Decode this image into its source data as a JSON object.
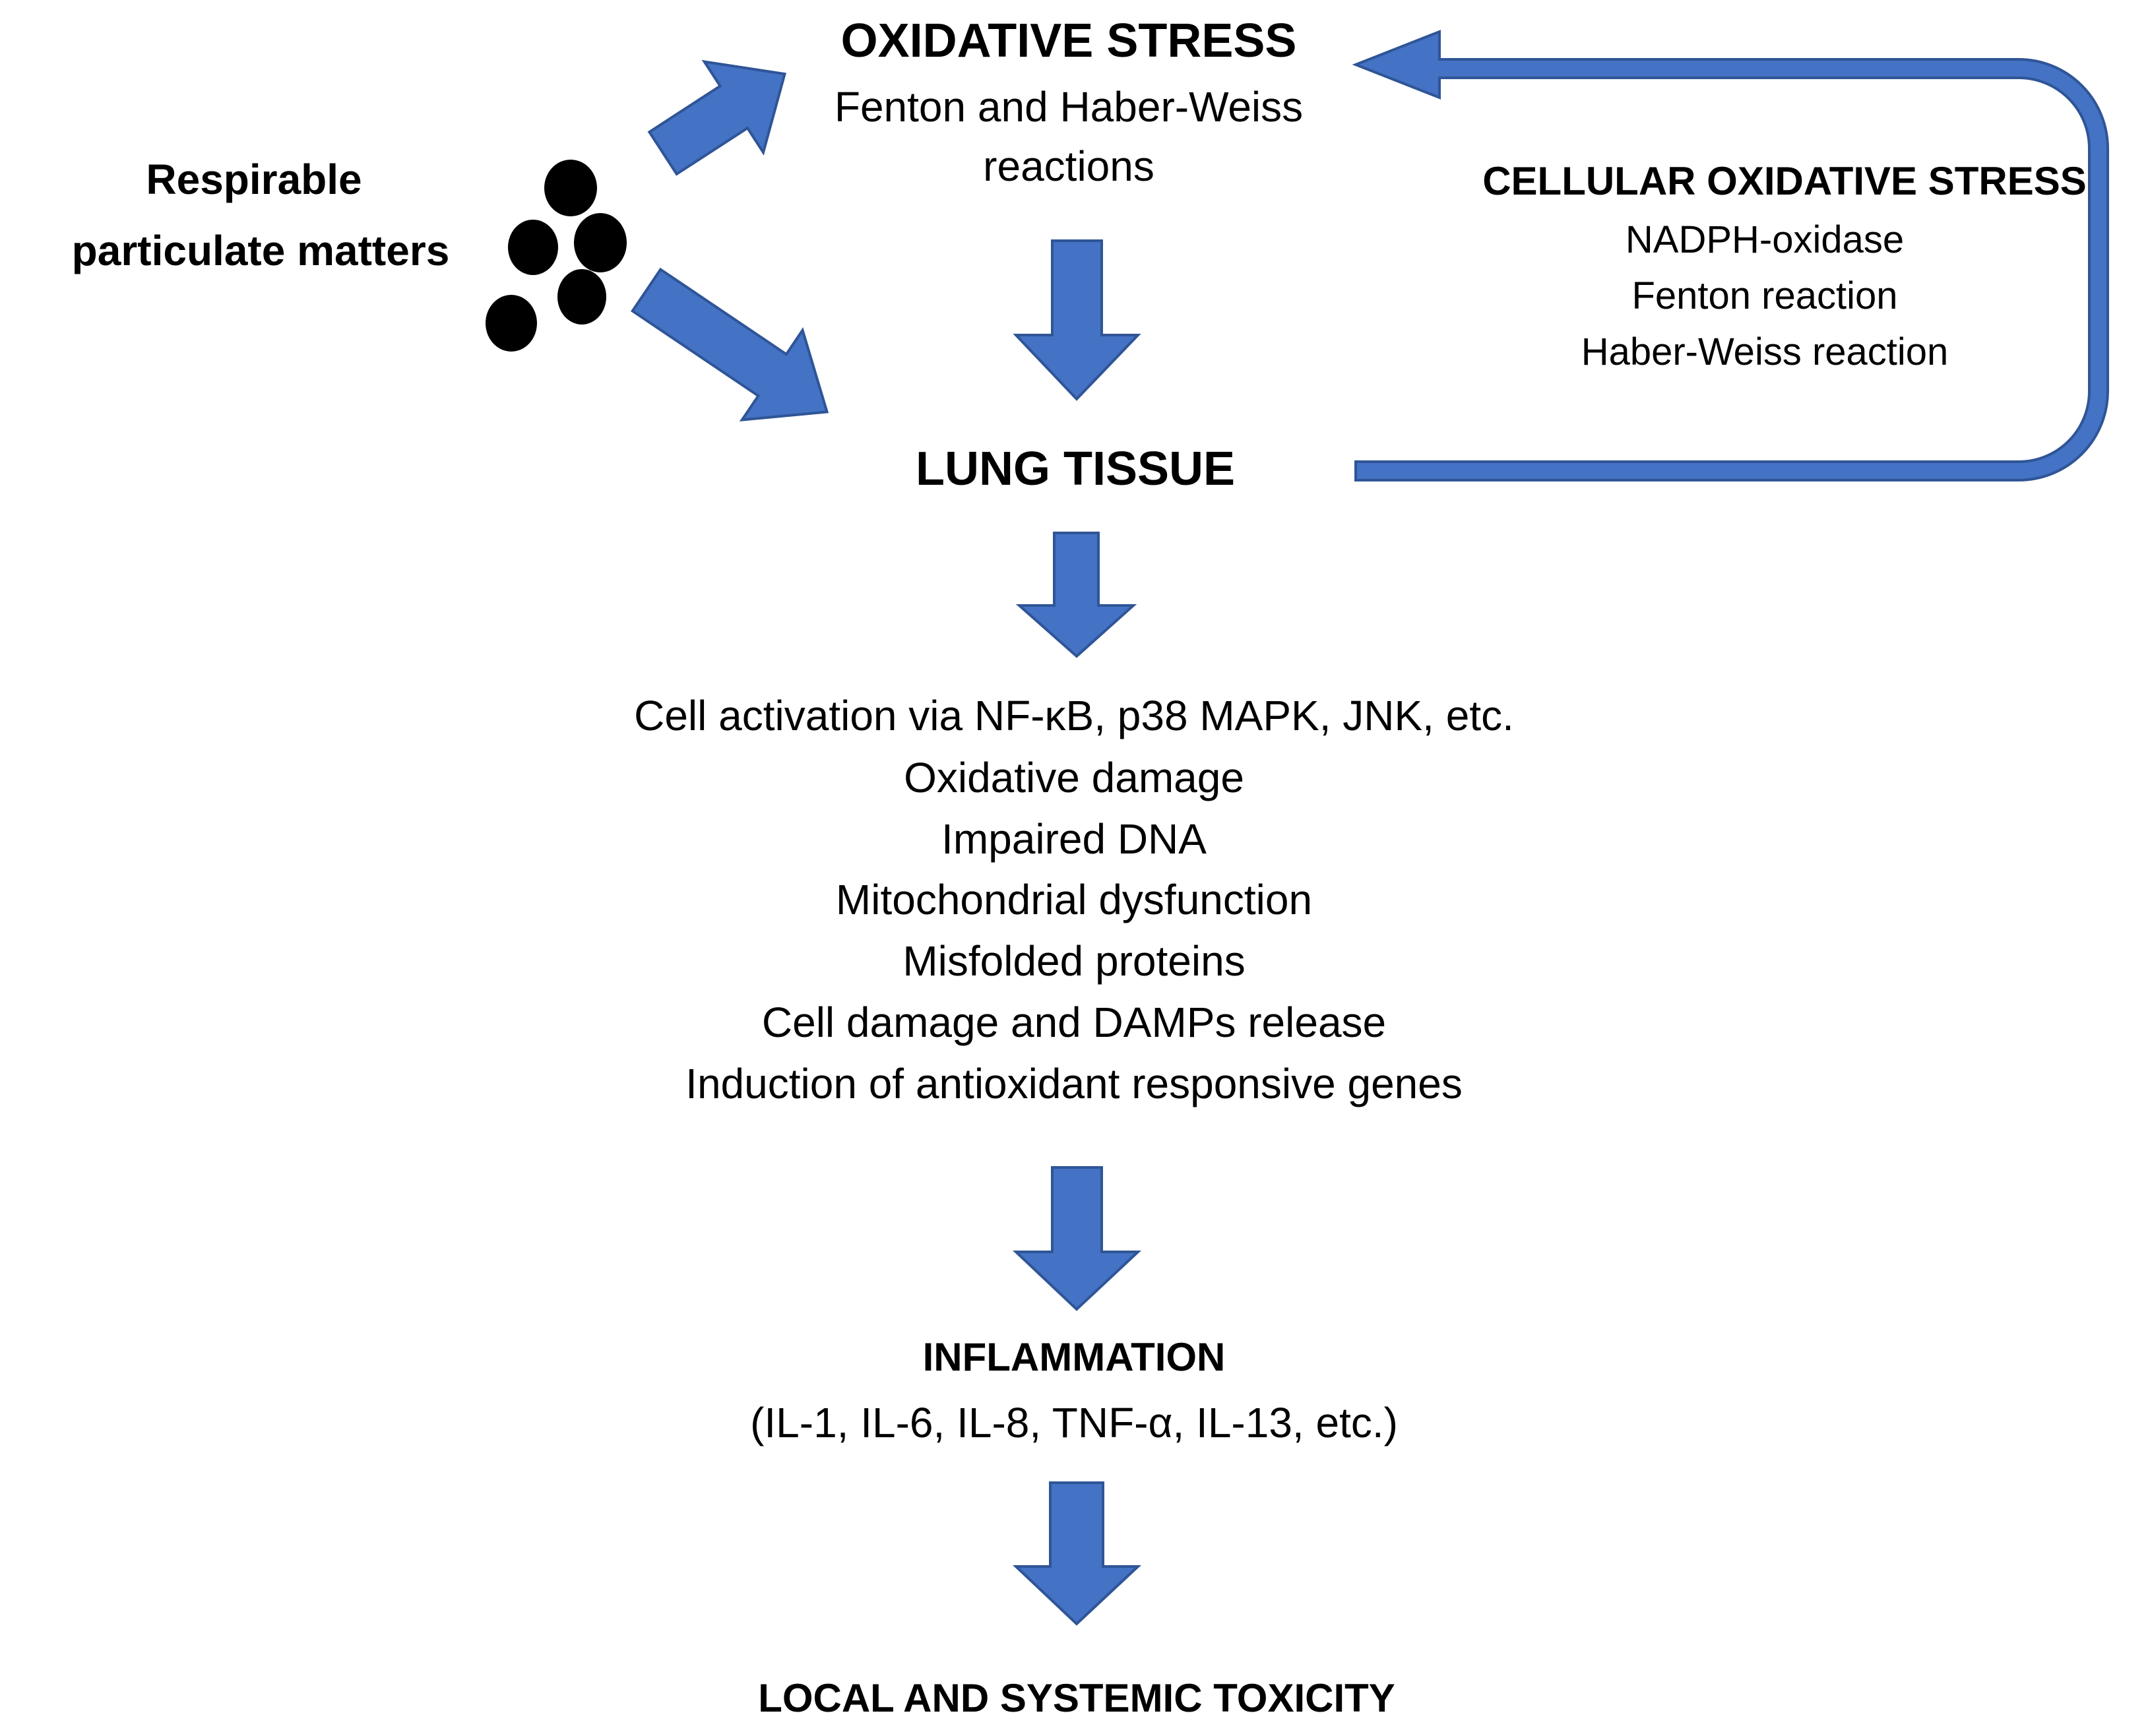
{
  "source": {
    "label_line1": "Respirable",
    "label_line2": "particulate matters",
    "icon": "particles-icon"
  },
  "oxidative_stress": {
    "title": "OXIDATIVE STRESS",
    "line1": "Fenton and Haber-Weiss",
    "line2": "reactions"
  },
  "cellular_oxidative_stress": {
    "title": "CELLULAR OXIDATIVE STRESS",
    "items": [
      "NADPH-oxidase",
      "Fenton reaction",
      "Haber-Weiss reaction"
    ]
  },
  "lung_tissue": {
    "title": "LUNG TISSUE"
  },
  "effects": {
    "items": [
      "Cell activation via NF-κB, p38 MAPK, JNK, etc.",
      "Oxidative damage",
      "Impaired DNA",
      "Mitochondrial dysfunction",
      "Misfolded proteins",
      "Cell damage and DAMPs release",
      "Induction of antioxidant responsive genes"
    ]
  },
  "inflammation": {
    "title": "INFLAMMATION",
    "subtitle": "(IL-1, IL-6, IL-8, TNF-α, IL-13, etc.)"
  },
  "outcome": {
    "title": "LOCAL AND SYSTEMIC TOXICITY"
  },
  "colors": {
    "arrow_fill": "#4472C4",
    "arrow_stroke": "#2F5597",
    "particle": "#000000",
    "text": "#000000"
  }
}
